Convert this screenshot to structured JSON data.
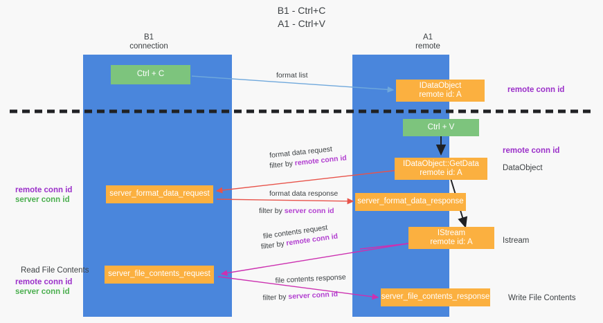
{
  "diagram": {
    "title": "B1 - Ctrl+C\nA1 - Ctrl+V",
    "columns": [
      {
        "name": "B1",
        "sub": "connection",
        "header": "B1\nconnection"
      },
      {
        "name": "A1",
        "sub": "remote",
        "header": "A1\nremote"
      }
    ],
    "colors": {
      "lane": "#4a86dc",
      "green_box": "#7dc47d",
      "orange_box": "#fbb040",
      "purple_text": "#9b30c9",
      "green_text": "#4caf50",
      "blue_arrow": "#6fa8dc",
      "red_arrow": "#e8534a",
      "magenta_arrow": "#cc30b0",
      "black_arrow": "#202124",
      "divider": "#202124",
      "background": "#f8f8f8"
    },
    "boxes": {
      "ctrl_c": "Ctrl + C",
      "ctrl_v": "Ctrl + V",
      "data_object_top": "IDataObject\nremote id: A",
      "get_data": "IDataObject::GetData\nremote id: A",
      "istream": "IStream\nremote id: A",
      "server_format_data_request": "server_format_data_request",
      "server_format_data_response": "server_format_data_response",
      "server_file_contents_request": "server_file_contents_request",
      "server_file_contents_response": "server_file_contents_response"
    },
    "right_labels": {
      "remote_conn_id_top": "remote conn id",
      "remote_conn_id_mid": "remote conn id",
      "data_object": "DataObject",
      "istream": "Istream",
      "write_file_contents": "Write File Contents"
    },
    "left_labels": {
      "remote_conn_id_1": "remote conn id",
      "server_conn_id_1": "server conn id",
      "read_file_contents": "Read File Contents",
      "remote_conn_id_2": "remote conn id",
      "server_conn_id_2": "server conn id"
    },
    "edges": [
      {
        "id": "format-list",
        "label": "format list",
        "filter": "",
        "filter_key": ""
      },
      {
        "id": "format-data-request",
        "label": "format data request",
        "filter": "filter by ",
        "filter_key": "remote conn id"
      },
      {
        "id": "format-data-response",
        "label": "format data response",
        "filter": "filter by ",
        "filter_key": "server conn id"
      },
      {
        "id": "file-contents-request",
        "label": "file contents request",
        "filter": "filter by ",
        "filter_key": "remote conn id"
      },
      {
        "id": "file-contents-response",
        "label": "file contents response",
        "filter": "filter by ",
        "filter_key": "server conn id"
      }
    ]
  }
}
